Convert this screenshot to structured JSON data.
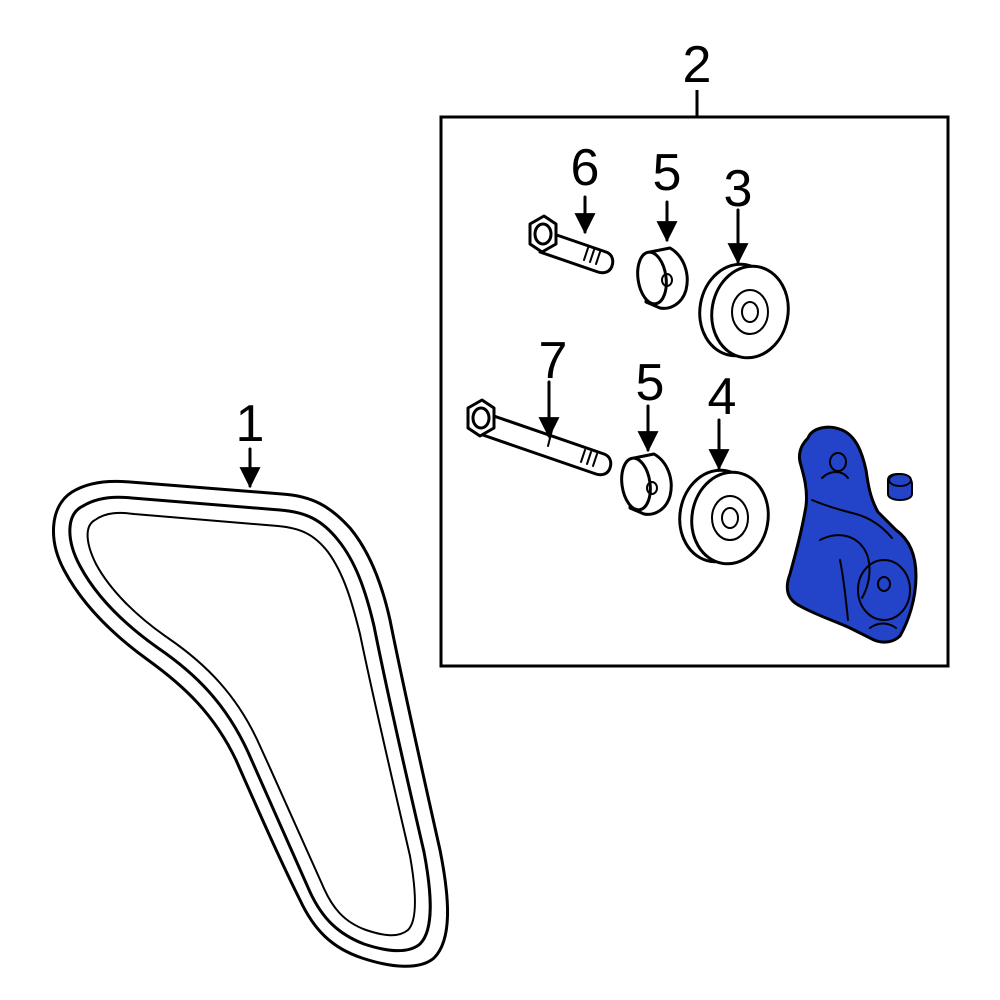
{
  "callouts": {
    "belt": "1",
    "kit": "2",
    "pulley_upper": "3",
    "pulley_lower": "4",
    "spacer_upper": "5",
    "spacer_lower": "5",
    "bolt_short": "6",
    "bolt_long": "7"
  },
  "colors": {
    "highlight": "#2343C8",
    "line": "#000000",
    "background": "#FFFFFF"
  }
}
